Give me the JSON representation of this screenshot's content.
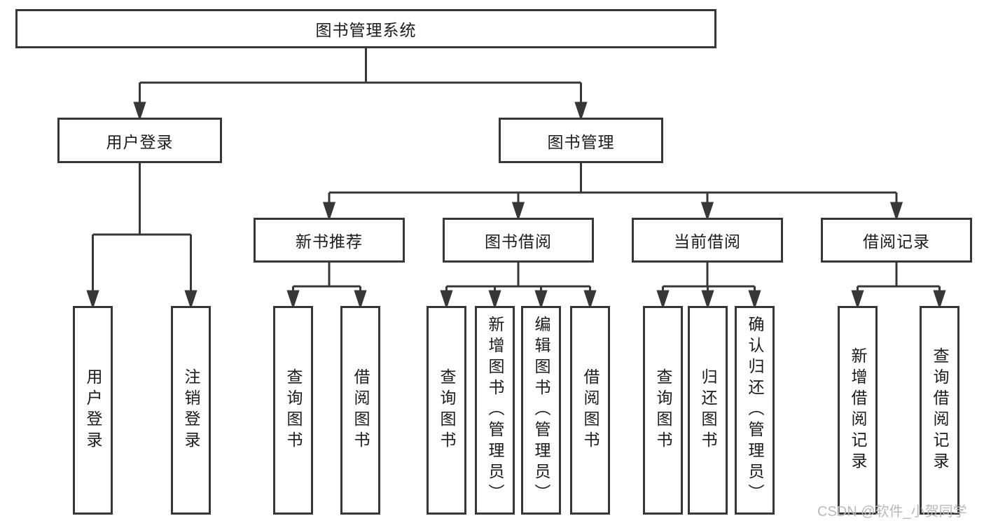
{
  "watermark": {
    "text": "CSDN @软件_小贺同学"
  },
  "colors": {
    "line": "#373737",
    "box_border": "#373737",
    "text": "#1b1b1b",
    "watermark": "#b9b9b9",
    "background": "#ffffff"
  },
  "tree": {
    "root": "图书管理系统",
    "branches": [
      {
        "label": "用户登录",
        "children": [
          "用户登录",
          "注销登录"
        ]
      },
      {
        "label": "图书管理",
        "children": [
          {
            "label": "新书推荐",
            "children": [
              "查询图书",
              "借阅图书"
            ]
          },
          {
            "label": "图书借阅",
            "children": [
              "查询图书",
              "新增图书（管理员）",
              "编辑图书（管理员）",
              "借阅图书"
            ]
          },
          {
            "label": "当前借阅",
            "children": [
              "查询图书",
              "归还图书",
              "确认归还（管理员）"
            ]
          },
          {
            "label": "借阅记录",
            "children": [
              "新增借阅记录",
              "查询借阅记录"
            ]
          }
        ]
      }
    ]
  }
}
